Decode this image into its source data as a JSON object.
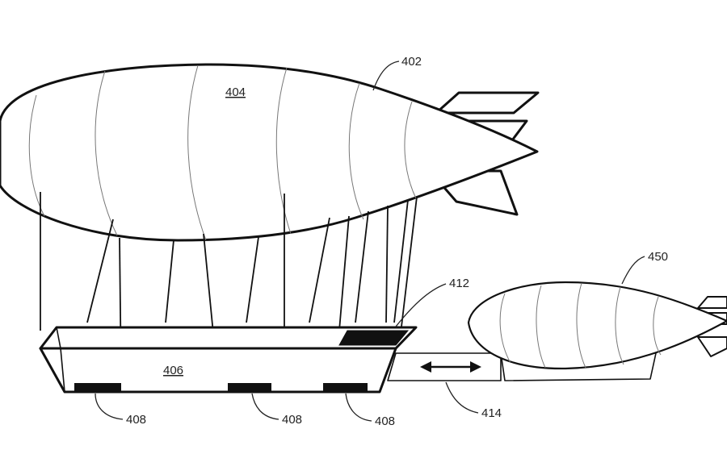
{
  "labels": {
    "main_airship": "402",
    "envelope": "404",
    "gondola": "406",
    "bay_left": "408",
    "bay_middle": "408",
    "bay_right": "408",
    "dock_port": "412",
    "shuttle_ramp": "414",
    "shuttle_airship": "450"
  }
}
